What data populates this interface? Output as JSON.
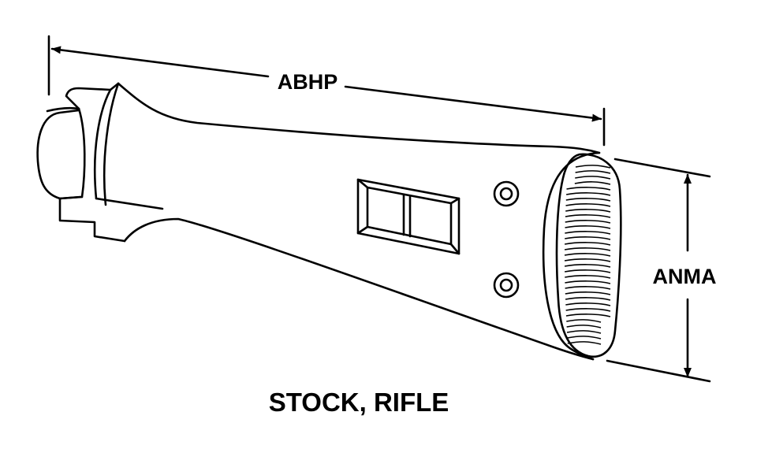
{
  "diagram": {
    "title": "STOCK, RIFLE",
    "dimensions": {
      "length_label": "ABHP",
      "height_label": "ANMA"
    }
  }
}
